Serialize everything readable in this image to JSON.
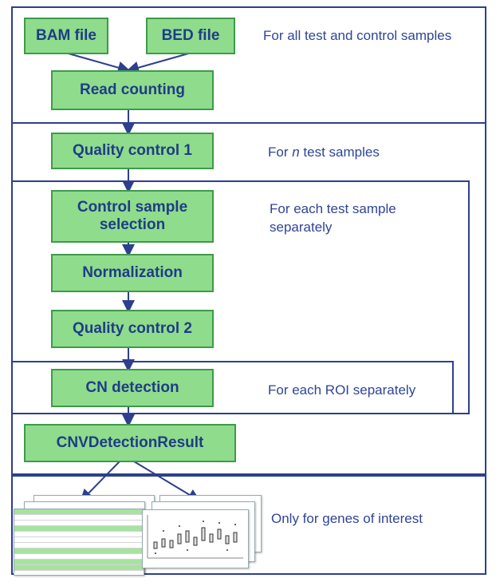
{
  "boxes": {
    "bam": "BAM file",
    "bed": "BED file",
    "read_counting": "Read counting",
    "qc1": "Quality control 1",
    "control_selection": "Control sample selection",
    "normalization": "Normalization",
    "qc2": "Quality control 2",
    "cn_detection": "CN detection",
    "result": "CNVDetectionResult"
  },
  "notes": {
    "all_samples": "For all test and control samples",
    "n_test_prefix": "For ",
    "n_test_var": "n",
    "n_test_suffix": " test samples",
    "each_test": "For each test sample separately",
    "each_roi": "For each ROI separately",
    "genes": "Only for genes of interest"
  },
  "colors": {
    "box_fill": "#8fdc8c",
    "box_border": "#3e9a4a",
    "box_text": "#1f3c88",
    "frame": "#2e3f8f",
    "arrow": "#2e3f8f"
  }
}
